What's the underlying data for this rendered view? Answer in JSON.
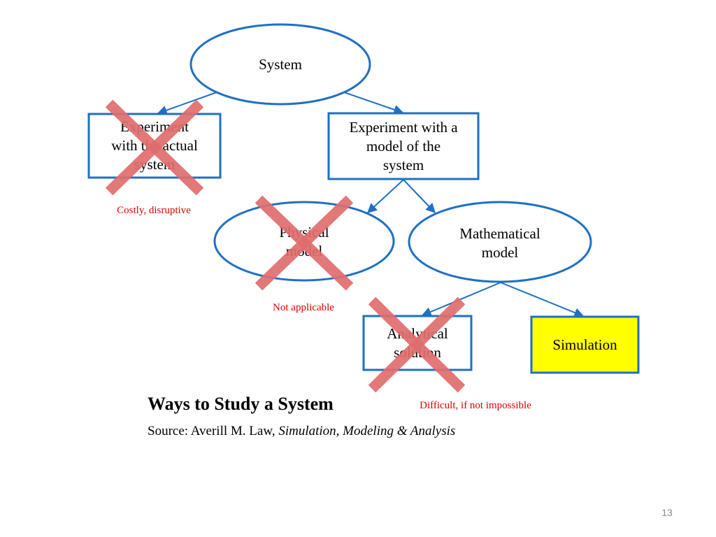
{
  "nodes": {
    "system": "System",
    "actual": "Experiment\nwith the actual\nsystem",
    "model": "Experiment with a\nmodel of the\nsystem",
    "physical": "Physical\nmodel",
    "mathematical": "Mathematical\nmodel",
    "analytical": "Analytical\nsolution",
    "simulation": "Simulation"
  },
  "notes": {
    "actual": "Costly, disruptive",
    "physical": "Not applicable",
    "analytical": "Difficult, if not impossible"
  },
  "caption": {
    "title": "Ways to Study a System",
    "source_prefix": "Source: Averill M. Law, ",
    "source_book": "Simulation, Modeling & Analysis"
  },
  "page_number": "13",
  "colors": {
    "outline": "#1f6fc4",
    "highlight_fill": "#ffff00",
    "cross": "#e06c6c",
    "note": "#e00000"
  }
}
